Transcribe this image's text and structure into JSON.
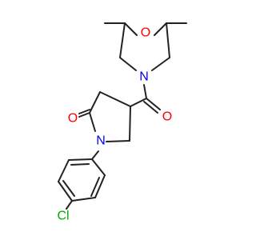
{
  "molecule": {
    "atoms": {
      "oxygen_morpholine": "O",
      "nitrogen_morpholine": "N",
      "oxygen_carbonyl": "O",
      "oxygen_lactam": "O",
      "nitrogen_lactam": "N",
      "chlorine": "Cl"
    },
    "colors": {
      "bond": "#222222",
      "oxygen": "#ff0000",
      "nitrogen": "#0000ff",
      "chlorine": "#00aa00"
    }
  }
}
